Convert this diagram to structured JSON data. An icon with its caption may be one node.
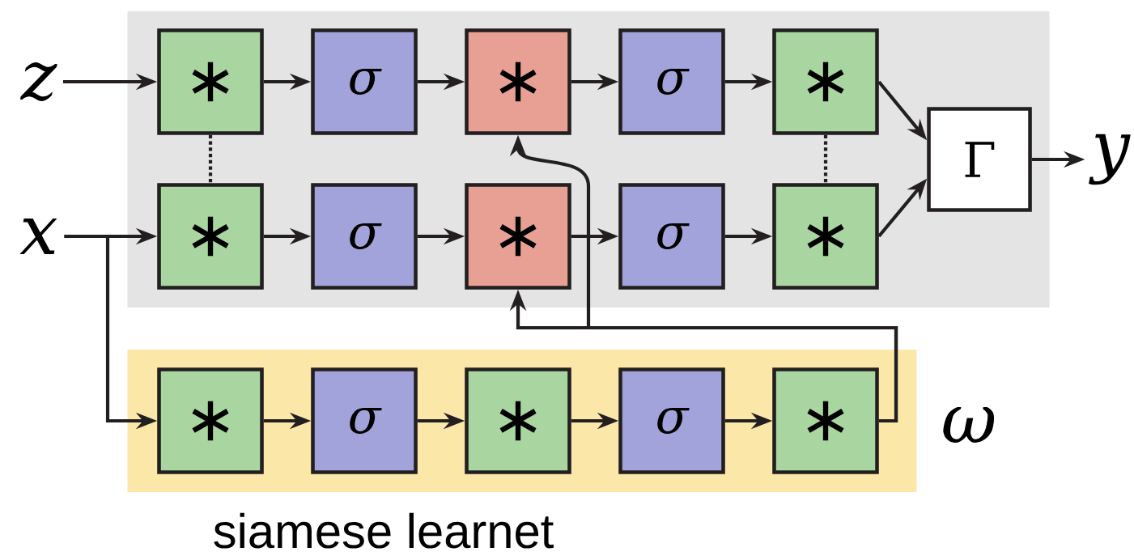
{
  "diagram": {
    "nodes": [
      {
        "text": [],
        "shape": "box"
      },
      {
        "text": [
          "∗"
        ],
        "in": 0
      },
      {
        "text": [
          "σ"
        ],
        "in": 0
      },
      {
        "text": [
          "∗"
        ],
        "in": 0
      },
      {
        "text": [
          "σ"
        ],
        "in": 0
      },
      {
        "text": [
          "∗"
        ],
        "in": 0
      },
      {
        "text": [
          "∗"
        ],
        "in": 0
      },
      {
        "text": [
          "σ"
        ],
        "in": 0
      },
      {
        "text": [
          "∗"
        ],
        "in": 0
      },
      {
        "text": [
          "σ"
        ],
        "in": 0
      },
      {
        "text": [
          "∗"
        ],
        "in": 0
      },
      {
        "text": [
          "Γ"
        ],
        "in": 0
      },
      {
        "text": [
          "siamese learnet"
        ],
        "beside": [
          "ω"
        ]
      },
      {
        "text": [
          "∗"
        ],
        "in": 12
      },
      {
        "text": [
          "σ"
        ],
        "in": 12
      },
      {
        "text": [
          "∗"
        ],
        "in": 12
      },
      {
        "text": [
          "σ"
        ],
        "in": 12
      },
      {
        "text": [
          "∗"
        ],
        "in": 12
      },
      {
        "text": [
          "z"
        ]
      },
      {
        "text": [
          "x"
        ]
      },
      {
        "text": [
          "y"
        ]
      }
    ],
    "edges": [
      {
        "from": 18,
        "to": 1,
        "arrow": "to"
      },
      {
        "from": 1,
        "to": 2,
        "arrow": "to"
      },
      {
        "from": 2,
        "to": 3,
        "arrow": "to"
      },
      {
        "from": 3,
        "to": 4,
        "arrow": "to"
      },
      {
        "from": 4,
        "to": 5,
        "arrow": "to"
      },
      {
        "from": 5,
        "to": 11,
        "arrow": "to"
      },
      {
        "from": 19,
        "to": 6,
        "arrow": "to"
      },
      {
        "from": 6,
        "to": 7,
        "arrow": "to"
      },
      {
        "from": 7,
        "to": 8,
        "arrow": "to"
      },
      {
        "from": 8,
        "to": 9,
        "arrow": "to"
      },
      {
        "from": 9,
        "to": 10,
        "arrow": "to"
      },
      {
        "from": 10,
        "to": 11,
        "arrow": "to"
      },
      {
        "from": 11,
        "to": 20,
        "arrow": "to"
      },
      {
        "from": 1,
        "to": 6,
        "arrow": "none",
        "style": "dashed"
      },
      {
        "from": 5,
        "to": 10,
        "arrow": "none",
        "style": "dashed"
      },
      {
        "from": 19,
        "to": 13,
        "arrow": "to"
      },
      {
        "from": 13,
        "to": 14,
        "arrow": "to"
      },
      {
        "from": 14,
        "to": 15,
        "arrow": "to"
      },
      {
        "from": 15,
        "to": 16,
        "arrow": "to"
      },
      {
        "from": 16,
        "to": 17,
        "arrow": "to"
      },
      {
        "from": 17,
        "to": 8,
        "arrow": "to"
      },
      {
        "from": 17,
        "to": 3,
        "arrow": "to"
      }
    ]
  }
}
